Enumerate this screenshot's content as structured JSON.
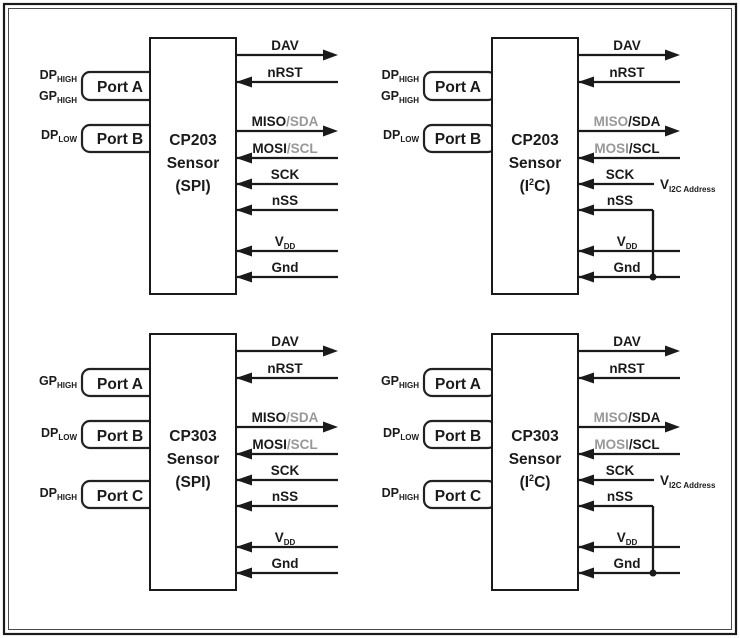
{
  "colors": {
    "line": "#1a1a1a",
    "gray_signal": "#989898",
    "background": "#ffffff"
  },
  "blocks": {
    "cp203_spi": {
      "title": [
        "CP203",
        "Sensor",
        "(SPI)"
      ],
      "ports": [
        {
          "label": "Port A",
          "pins": [
            {
              "main": "DP",
              "sub": "HIGH"
            },
            {
              "main": "GP",
              "sub": "HIGH"
            }
          ]
        },
        {
          "label": "Port B",
          "pins": [
            {
              "main": "DP",
              "sub": "LOW"
            }
          ]
        }
      ],
      "signals": {
        "dav": "DAV",
        "nrst": "nRST",
        "miso": "MISO",
        "sda": "/SDA",
        "mosi": "MOSI",
        "scl": "/SCL",
        "sck": "SCK",
        "nss": "nSS",
        "vdd_main": "V",
        "vdd_sub": "DD",
        "gnd": "Gnd"
      }
    },
    "cp203_i2c": {
      "title": [
        "CP203",
        "Sensor"
      ],
      "title3": {
        "pre": "(I",
        "sup": "2",
        "post": "C)"
      },
      "ports": [
        {
          "label": "Port A",
          "pins": [
            {
              "main": "DP",
              "sub": "HIGH"
            },
            {
              "main": "GP",
              "sub": "HIGH"
            }
          ]
        },
        {
          "label": "Port B",
          "pins": [
            {
              "main": "DP",
              "sub": "LOW"
            }
          ]
        }
      ],
      "signals": {
        "dav": "DAV",
        "nrst": "nRST",
        "miso": "MISO",
        "sda": "/SDA",
        "mosi": "MOSI",
        "scl": "/SCL",
        "sck": "SCK",
        "nss": "nSS",
        "vdd_main": "V",
        "vdd_sub": "DD",
        "gnd": "Gnd",
        "vi2c_main": "V",
        "vi2c_sub": "I2C Address"
      }
    },
    "cp303_spi": {
      "title": [
        "CP303",
        "Sensor",
        "(SPI)"
      ],
      "ports": [
        {
          "label": "Port A",
          "pins": [
            {
              "main": "GP",
              "sub": "HIGH"
            }
          ]
        },
        {
          "label": "Port B",
          "pins": [
            {
              "main": "DP",
              "sub": "LOW"
            }
          ]
        },
        {
          "label": "Port C",
          "pins": [
            {
              "main": "DP",
              "sub": "HIGH"
            }
          ]
        }
      ],
      "signals": {
        "dav": "DAV",
        "nrst": "nRST",
        "miso": "MISO",
        "sda": "/SDA",
        "mosi": "MOSI",
        "scl": "/SCL",
        "sck": "SCK",
        "nss": "nSS",
        "vdd_main": "V",
        "vdd_sub": "DD",
        "gnd": "Gnd"
      }
    },
    "cp303_i2c": {
      "title": [
        "CP303",
        "Sensor"
      ],
      "title3": {
        "pre": "(I",
        "sup": "2",
        "post": "C)"
      },
      "ports": [
        {
          "label": "Port A",
          "pins": [
            {
              "main": "GP",
              "sub": "HIGH"
            }
          ]
        },
        {
          "label": "Port B",
          "pins": [
            {
              "main": "DP",
              "sub": "LOW"
            }
          ]
        },
        {
          "label": "Port C",
          "pins": [
            {
              "main": "DP",
              "sub": "HIGH"
            }
          ]
        }
      ],
      "signals": {
        "dav": "DAV",
        "nrst": "nRST",
        "miso": "MISO",
        "sda": "/SDA",
        "mosi": "MOSI",
        "scl": "/SCL",
        "sck": "SCK",
        "nss": "nSS",
        "vdd_main": "V",
        "vdd_sub": "DD",
        "gnd": "Gnd",
        "vi2c_main": "V",
        "vi2c_sub": "I2C Address"
      }
    }
  }
}
